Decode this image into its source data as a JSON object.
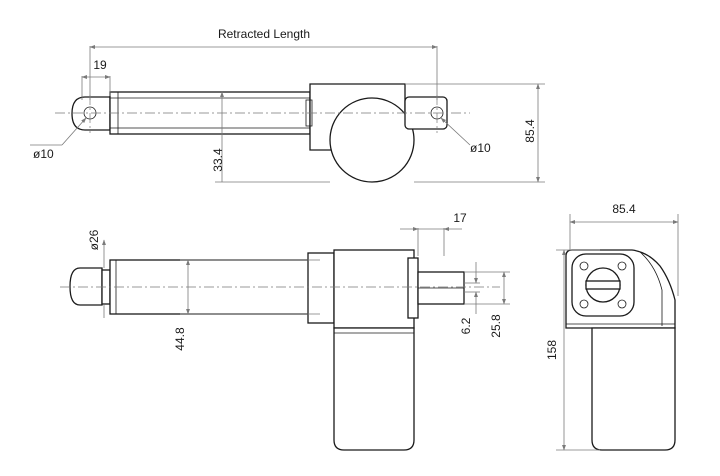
{
  "diagram": {
    "top_view": {
      "retracted_length_label": "Retracted Length",
      "rod_eye_offset": "19",
      "front_hole_diameter": "ø10",
      "rear_hole_diameter": "ø10",
      "rod_axis_offset": "33.4",
      "overall_height": "85.4"
    },
    "side_view": {
      "tube_diameter": "ø26",
      "body_height": "44.8",
      "clevis_length": "17",
      "clevis_slot": "6.2",
      "clevis_width": "25.8"
    },
    "end_view": {
      "width": "85.4",
      "height": "158"
    }
  },
  "colors": {
    "line": "#1a1a1a",
    "dimension": "#7a7a7a",
    "background": "#ffffff"
  }
}
